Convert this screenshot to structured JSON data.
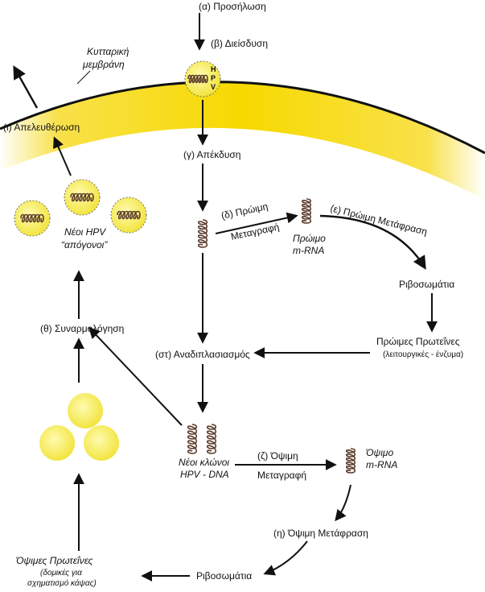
{
  "labels": {
    "a_attachment": "(α) Προσήλωση",
    "b_penetration": "(β) Διείσδυση",
    "membrane_line1": "Κυτταρική",
    "membrane_line2": "μεμβράνη",
    "hpv_letters": [
      "H",
      "P",
      "V"
    ],
    "i_release": "(ι) Απελευθέρωση",
    "g_uncoating": "(γ) Απέκδυση",
    "d_early": "(δ) Πρώιμη",
    "d_transcription": "Μεταγραφή",
    "early_mrna_line1": "Πρώιμο",
    "early_mrna_line2": "m-RNA",
    "e_early_translation": "(ε) Πρώιμη Μετάφραση",
    "new_hpv_line1": "Νέοι HPV",
    "new_hpv_line2": "“απόγονοι”",
    "ribosomes_1": "Ριβοσωμάτια",
    "theta_assembly": "(θ) Συναρμολόγηση",
    "st_replication": "(στ) Αναδιπλασιασμός",
    "early_proteins": "Πρώιμες Πρωτεΐνες",
    "early_proteins_sub": "(λειτουργικές - ένζυμα)",
    "new_clones_line1": "Νέοι κλώνοι",
    "new_clones_line2": "HPV - DNA",
    "z_late": "(ζ) Όψιμη",
    "z_transcription": "Μεταγραφή",
    "late_mrna_line1": "Όψιμο",
    "late_mrna_line2": "m-RNA",
    "eta_late_translation": "(η) Όψιμη Μετάφραση",
    "late_proteins_line1": "Όψιμες Πρωτεΐνες",
    "late_proteins_line2": "(δομικές για",
    "late_proteins_line3": "σχηματισμό κάψας)",
    "ribosomes_2": "Ριβοσωμάτια"
  },
  "colors": {
    "membrane": "#f7d900",
    "capsid": "#f4ec52",
    "coil": "#5a3a2a",
    "arrow": "#111111"
  }
}
